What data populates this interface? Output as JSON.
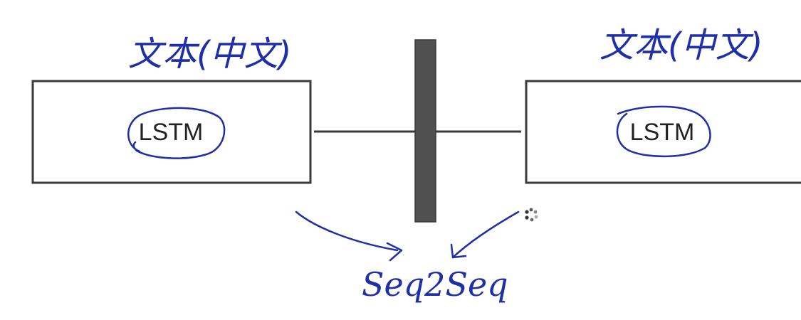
{
  "colors": {
    "ink": "#1f2fa8",
    "box_stroke": "#3a3a3a",
    "bar_fill": "#505050",
    "line": "#3a3a3a"
  },
  "left_block": {
    "heading": "文本(中文)",
    "box_label": "LSTM"
  },
  "right_block": {
    "heading": "文本(中文)",
    "box_label": "LSTM"
  },
  "bottom_annotation": "Seq2Seq",
  "icons": [
    "loading-spinner-icon"
  ]
}
